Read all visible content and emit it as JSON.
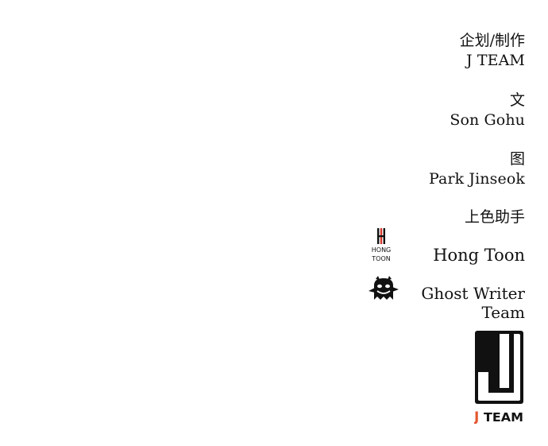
{
  "credits": [
    {
      "role": "企划/制作",
      "name": "J TEAM"
    },
    {
      "role": "文",
      "name": "Son Gohu"
    },
    {
      "role": "图",
      "name": "Park Jinseok"
    },
    {
      "role": "上色助手",
      "name": ""
    }
  ],
  "assistants": [
    {
      "logo_text_line1": "HONG",
      "logo_text_line2": "TOON",
      "name": "Hong Toon"
    },
    {
      "name_line1": "Ghost Writer",
      "name_line2": "Team"
    }
  ],
  "jteam_logo": {
    "wordmark_j": "J",
    "wordmark_rest": "TEAM",
    "accent_color": "#e4572e"
  },
  "colors": {
    "text": "#111111",
    "hongtoon_red": "#d9382c",
    "logo_black": "#111111"
  }
}
